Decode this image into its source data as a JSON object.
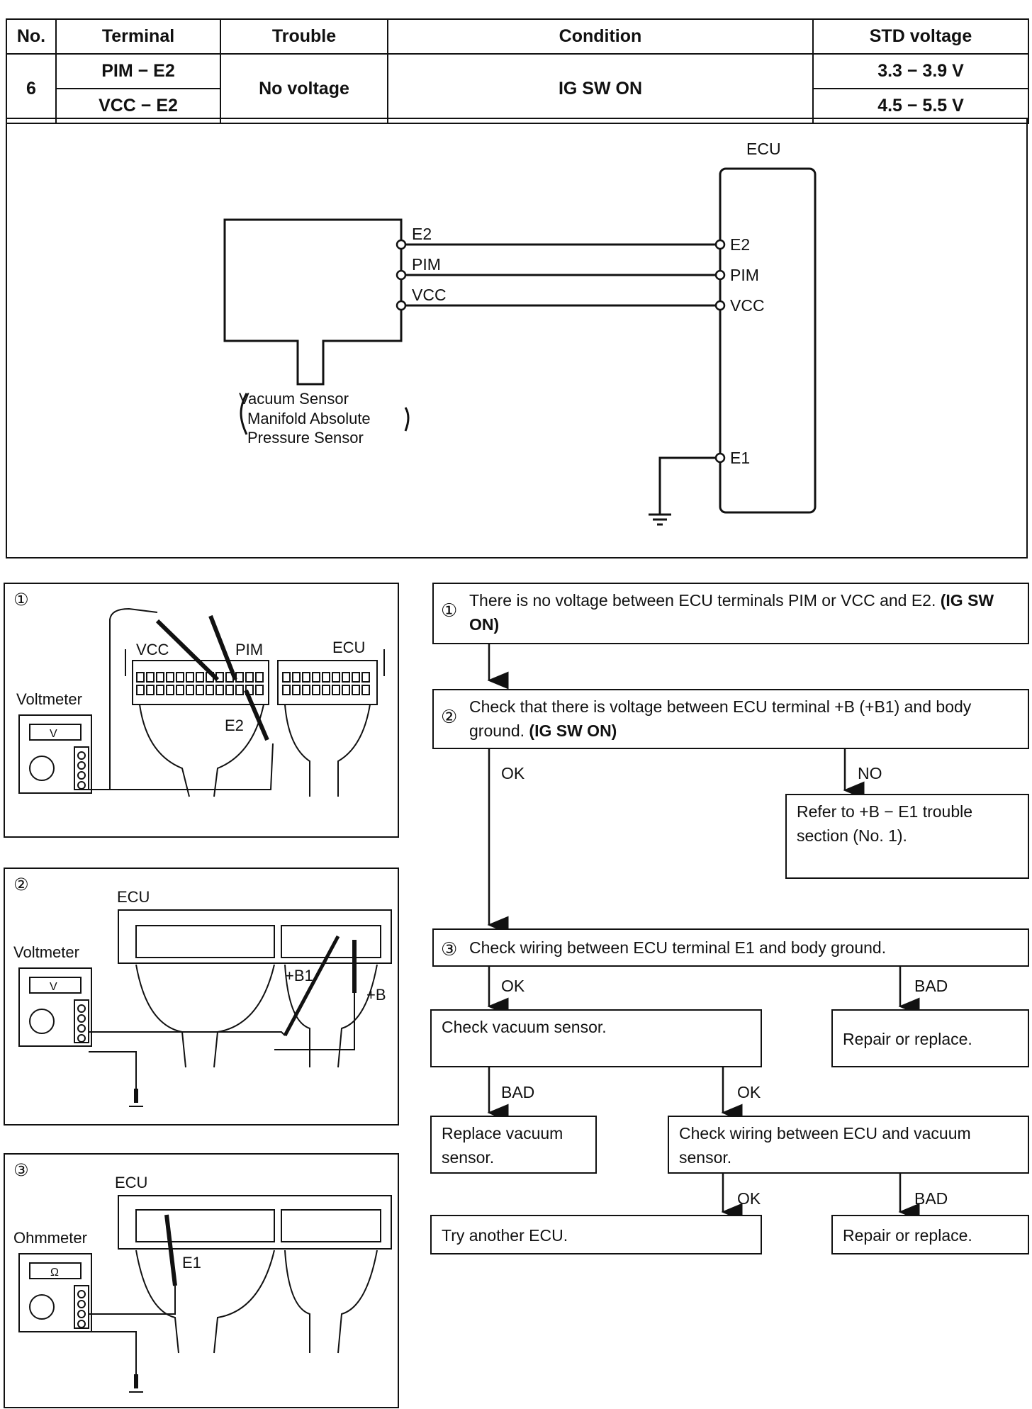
{
  "table": {
    "headers": [
      "No.",
      "Terminal",
      "Trouble",
      "Condition",
      "STD voltage"
    ],
    "no": "6",
    "terminals": [
      "PIM − E2",
      "VCC − E2"
    ],
    "trouble": "No voltage",
    "condition": "IG SW ON",
    "std_voltages": [
      "3.3 − 3.9 V",
      "4.5 − 5.5 V"
    ]
  },
  "wiring_diagram": {
    "ecu_label": "ECU",
    "sensor_pins": [
      "E2",
      "PIM",
      "VCC"
    ],
    "ecu_pins": [
      "E2",
      "PIM",
      "VCC",
      "E1"
    ],
    "sensor_name_lines": [
      "Vacuum Sensor",
      "Manifold Absolute",
      "Pressure Sensor"
    ]
  },
  "figures": [
    {
      "number": "①",
      "meter": "Voltmeter",
      "meter_symbol": "V",
      "ecu": "",
      "labels": [
        "VCC",
        "PIM",
        "ECU",
        "E2"
      ]
    },
    {
      "number": "②",
      "meter": "Voltmeter",
      "meter_symbol": "V",
      "ecu": "ECU",
      "labels": [
        "+B1",
        "+B"
      ]
    },
    {
      "number": "③",
      "meter": "Ohmmeter",
      "meter_symbol": "Ω",
      "ecu": "ECU",
      "labels": [
        "E1"
      ]
    }
  ],
  "flow": {
    "step1_num": "①",
    "step1_text": "There is no voltage between ECU terminals PIM or VCC and E2.",
    "step1_cond": "(IG SW ON)",
    "step2_num": "②",
    "step2_text": "Check that there is voltage between ECU terminal +B (+B1) and body ground.",
    "step2_cond": "(IG SW ON)",
    "ok": "OK",
    "no": "NO",
    "bad": "BAD",
    "refer": "Refer to +B − E1 trouble section (No. 1).",
    "step3_num": "③",
    "step3_text": "Check wiring between ECU terminal E1 and body ground.",
    "check_vacuum": "Check vacuum sensor.",
    "repair1": "Repair or replace.",
    "replace_vacuum": "Replace vacuum sensor.",
    "check_wiring": "Check wiring between ECU and vacuum sensor.",
    "try_ecu": "Try another ECU.",
    "repair2": "Repair or replace."
  }
}
